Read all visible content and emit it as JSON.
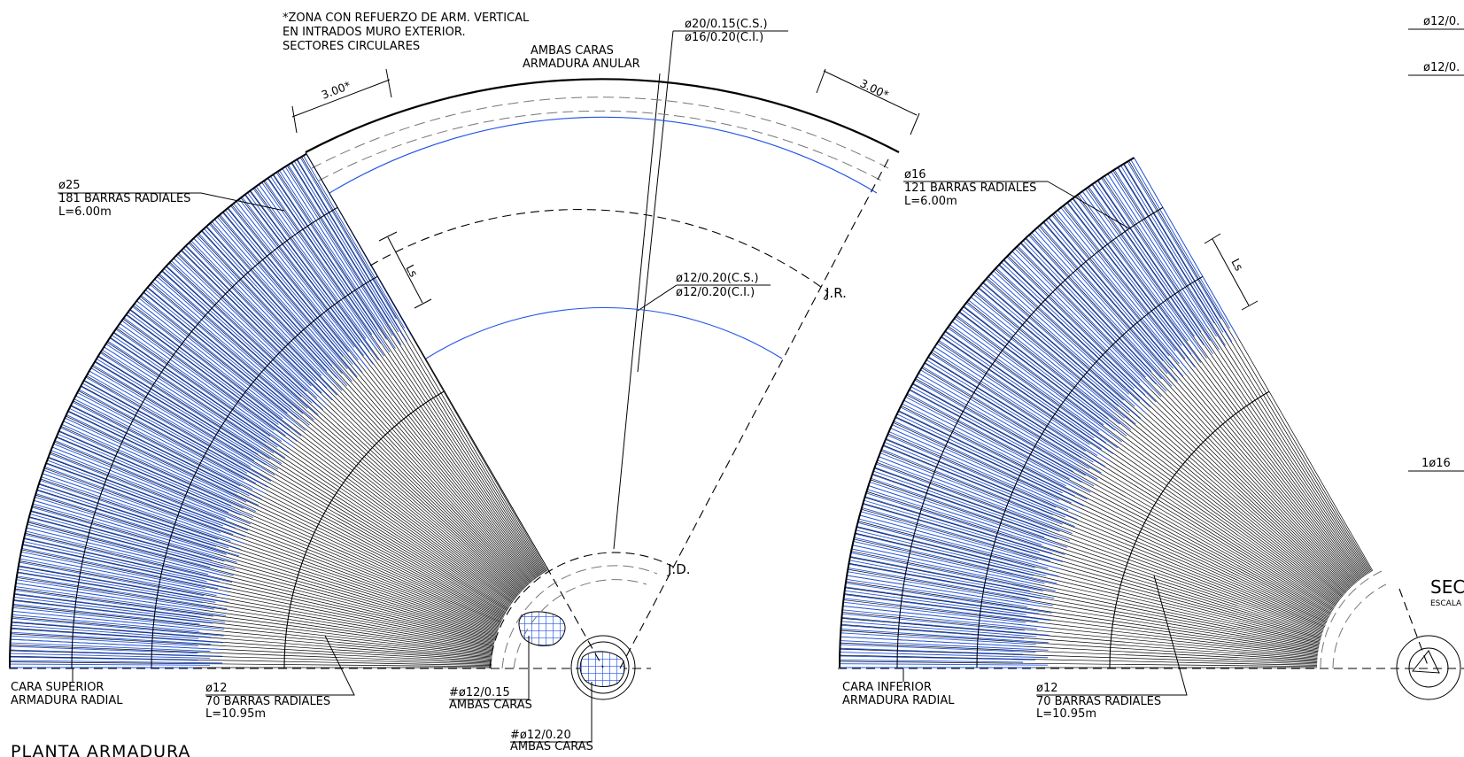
{
  "notes": {
    "zone_line1": "*ZONA CON REFUERZO DE ARM. VERTICAL",
    "zone_line2": "EN INTRADOS MURO EXTERIOR.",
    "zone_line3": "SECTORES CIRCULARES",
    "ambas_caras": "AMBAS CARAS",
    "armadura_anular": "ARMADURA ANULAR",
    "rebar_top_cs": "ø20/0.15(C.S.)",
    "rebar_top_ci": "ø16/0.20(C.I.)",
    "rebar_mid_cs": "ø12/0.20(C.S.)",
    "rebar_mid_ci": "ø12/0.20(C.I.)",
    "dim_left": "3.00*",
    "dim_right": "3.00*",
    "ls_left": "Ls",
    "ls_right": "Ls",
    "jr": "J.R.",
    "jd": "J.D."
  },
  "left_plan": {
    "bars_dia": "ø25",
    "bars_count": "181  BARRAS  RADIALES",
    "bars_len": "L=6.00m",
    "face_line1": "CARA  SUPERIOR",
    "face_line2": "ARMADURA  RADIAL",
    "short_dia": "ø12",
    "short_count": "70  BARRAS  RADIALES",
    "short_len": "L=10.95m",
    "mesh1_spec": "#ø12/0.15",
    "mesh1_faces": "AMBAS  CARAS",
    "mesh2_spec": "#ø12/0.20",
    "mesh2_faces": "AMBAS  CARAS",
    "title": "PLANTA  ARMADURA"
  },
  "right_plan": {
    "bars_dia": "ø16",
    "bars_count": "121  BARRAS  RADIALES",
    "bars_len": "L=6.00m",
    "face_line1": "CARA  INFERIOR",
    "face_line2": "ARMADURA  RADIAL",
    "short_dia": "ø12",
    "short_count": "70  BARRAS  RADIALES",
    "short_len": "L=10.95m"
  },
  "edge": {
    "label1": "ø12/0.",
    "label2": "ø12/0.",
    "label3": "1ø16",
    "section": "SEC",
    "scale": "ESCALA"
  },
  "colors": {
    "rebar_blue": "#1f53e6",
    "line": "#000000"
  }
}
